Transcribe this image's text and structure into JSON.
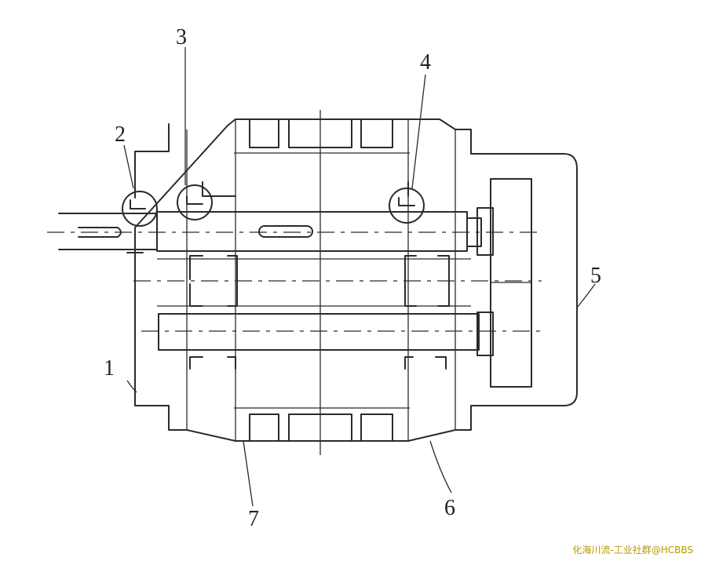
{
  "labels": {
    "l1": "1",
    "l2": "2",
    "l3": "3",
    "l4": "4",
    "l5": "5",
    "l6": "6",
    "l7": "7"
  },
  "watermark": "化海川流-工业社群@HCBBS",
  "colors": {
    "line": "#2b2b2b",
    "label": "#222222",
    "watermark": "#b59a00",
    "background": "#ffffff"
  }
}
